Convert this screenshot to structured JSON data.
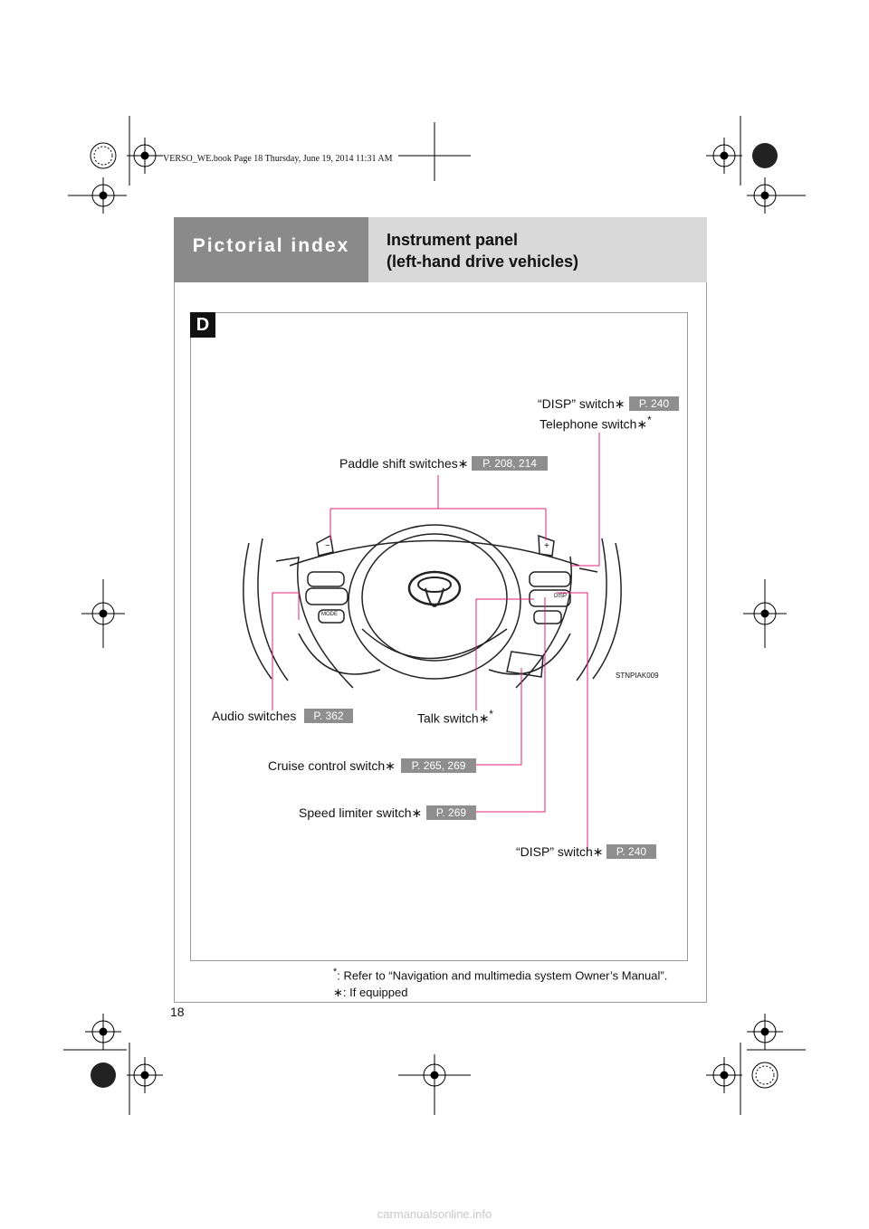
{
  "book_info": "VERSO_WE.book  Page 18  Thursday, June 19, 2014  11:31 AM",
  "header": {
    "section": "Pictorial index",
    "title_line1": "Instrument panel",
    "title_line2": "(left-hand drive vehicles)"
  },
  "section_badge": "D",
  "image_code": "STNPIAK009",
  "callouts": {
    "disp_top": {
      "label": "“DISP” switch",
      "mark": "∗",
      "ref": "P. 240"
    },
    "telephone": {
      "label": "Telephone switch",
      "mark": "∗",
      "sup": "*"
    },
    "paddle": {
      "label": "Paddle shift switches",
      "mark": "∗",
      "ref": "P. 208, 214"
    },
    "audio": {
      "label": "Audio switches",
      "ref": "P. 362"
    },
    "talk": {
      "label": "Talk switch",
      "mark": "∗",
      "sup": "*"
    },
    "cruise": {
      "label": "Cruise control switch",
      "mark": "∗",
      "ref": "P. 265, 269"
    },
    "speed": {
      "label": "Speed limiter switch",
      "mark": "∗",
      "ref": "P. 269"
    },
    "disp_bottom": {
      "label": "“DISP” switch",
      "mark": "∗",
      "ref": "P. 240"
    }
  },
  "wheel_labels": {
    "minus": "−",
    "plus": "+",
    "mode": "MODE",
    "disp": "DISP"
  },
  "footnotes": {
    "note1_mark": "*",
    "note1": ": Refer to “Navigation and multimedia system Owner’s Manual”.",
    "note2_mark": "∗",
    "note2": ": If equipped"
  },
  "page_number": "18",
  "watermark": "carmanualsonline.info",
  "colors": {
    "leader": "#e0217a",
    "header_dark": "#8a8a8a",
    "header_light": "#d9d9d9",
    "ref_box": "#8e8e8e"
  }
}
